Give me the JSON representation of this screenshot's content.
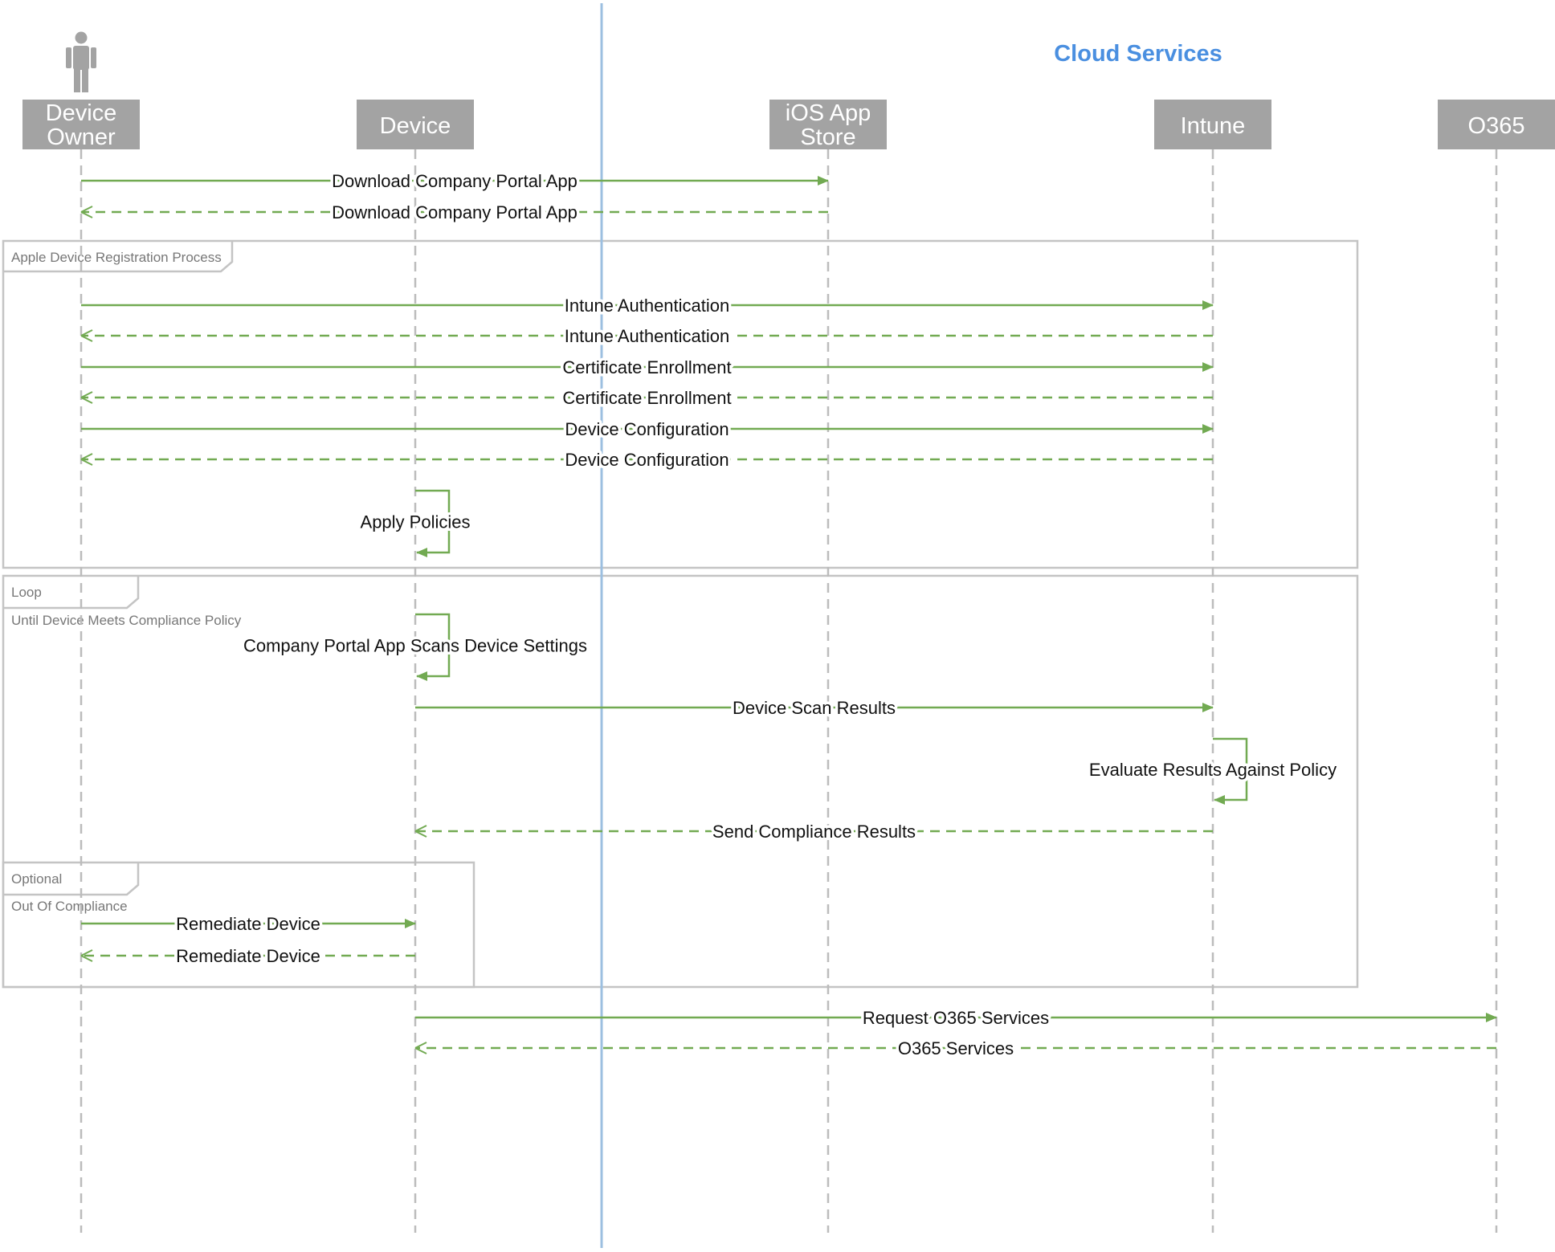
{
  "cloud_label": "Cloud Services",
  "colors": {
    "participant_fill": "#a3a3a3",
    "participant_text": "#ffffff",
    "lifeline": "#bcbcbc",
    "arrow": "#72aa52",
    "divider": "#9cbfe0",
    "cloud_label": "#4a8fe0",
    "frame": "#c4c4c4",
    "frame_text": "#777777",
    "message_text": "#111111"
  },
  "participants": [
    {
      "id": "owner",
      "lines": [
        "Device",
        "Owner"
      ],
      "actor": true,
      "icon": "person-icon"
    },
    {
      "id": "device",
      "lines": [
        "Device"
      ]
    },
    {
      "id": "appstore",
      "lines": [
        "iOS App",
        "Store"
      ]
    },
    {
      "id": "intune",
      "lines": [
        "Intune"
      ]
    },
    {
      "id": "o365",
      "lines": [
        "O365"
      ]
    }
  ],
  "messages": [
    {
      "from": "owner",
      "to": "appstore",
      "label": "Download Company Portal App",
      "style": "solid"
    },
    {
      "from": "appstore",
      "to": "owner",
      "label": "Download Company Portal App",
      "style": "dashed"
    },
    {
      "from": "owner",
      "to": "intune",
      "label": "Intune Authentication",
      "style": "solid"
    },
    {
      "from": "intune",
      "to": "owner",
      "label": "Intune Authentication",
      "style": "dashed"
    },
    {
      "from": "owner",
      "to": "intune",
      "label": "Certificate Enrollment",
      "style": "solid"
    },
    {
      "from": "intune",
      "to": "owner",
      "label": "Certificate Enrollment",
      "style": "dashed"
    },
    {
      "from": "owner",
      "to": "intune",
      "label": "Device Configuration",
      "style": "solid"
    },
    {
      "from": "intune",
      "to": "owner",
      "label": "Device Configuration",
      "style": "dashed"
    },
    {
      "from": "device",
      "to": "device",
      "label": "Apply Policies",
      "style": "self"
    },
    {
      "from": "device",
      "to": "device",
      "label": "Company Portal App Scans Device Settings",
      "style": "self"
    },
    {
      "from": "device",
      "to": "intune",
      "label": "Device Scan Results",
      "style": "solid"
    },
    {
      "from": "intune",
      "to": "intune",
      "label": "Evaluate Results Against Policy",
      "style": "self"
    },
    {
      "from": "intune",
      "to": "device",
      "label": "Send Compliance Results",
      "style": "dashed"
    },
    {
      "from": "owner",
      "to": "device",
      "label": "Remediate Device",
      "style": "solid"
    },
    {
      "from": "device",
      "to": "owner",
      "label": "Remediate Device",
      "style": "dashed"
    },
    {
      "from": "device",
      "to": "o365",
      "label": "Request O365 Services",
      "style": "solid"
    },
    {
      "from": "o365",
      "to": "device",
      "label": "O365 Services",
      "style": "dashed"
    }
  ],
  "frames": [
    {
      "id": "apple-registration",
      "title": "Apple Device Registration Process",
      "condition": ""
    },
    {
      "id": "loop",
      "title": "Loop",
      "condition": "Until Device Meets Compliance Policy"
    },
    {
      "id": "optional",
      "title": "Optional",
      "condition": "Out Of Compliance"
    }
  ]
}
